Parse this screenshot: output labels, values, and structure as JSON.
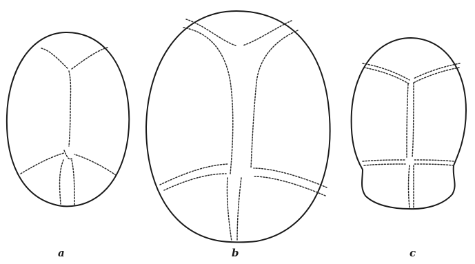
{
  "captions": {
    "a": "a",
    "b": "b",
    "c": "c"
  },
  "colors": {
    "outline": "#1a1a1a",
    "suture": "#2a2a2a",
    "background": "#ffffff"
  }
}
